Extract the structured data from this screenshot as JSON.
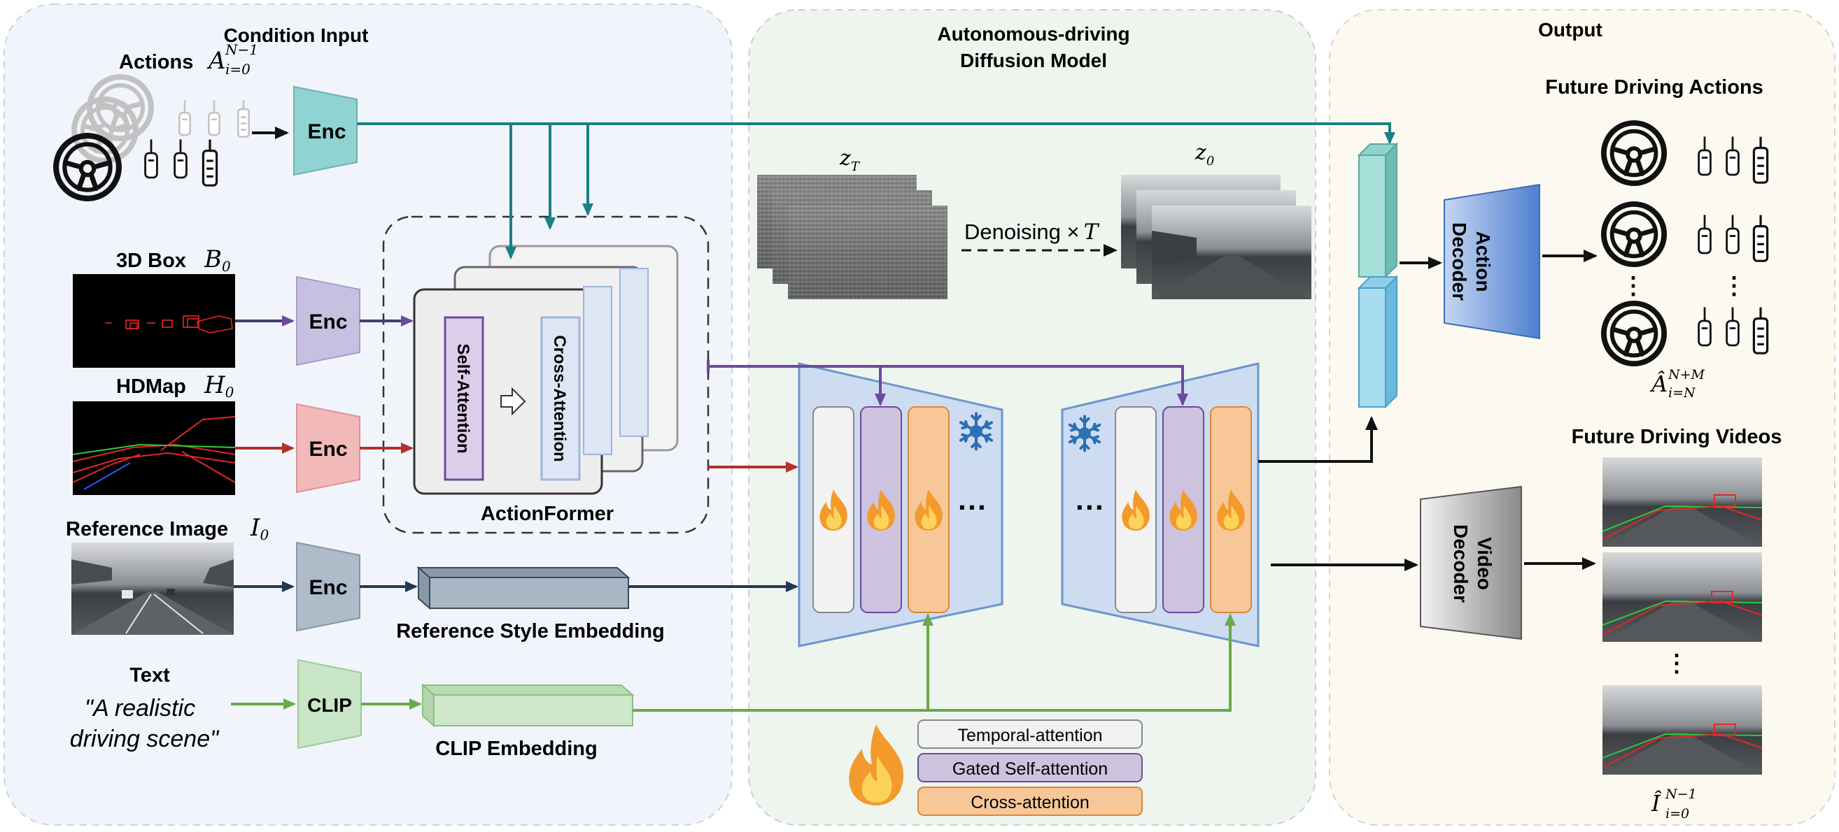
{
  "panels": {
    "condition_input": "Condition Input",
    "diffusion_title_line1": "Autonomous-driving",
    "diffusion_title_line2": "Diffusion Model",
    "output": "Output"
  },
  "inputs": {
    "actions_label": "Actions",
    "actions_math_base": "A",
    "actions_math_sup": "N−1",
    "actions_math_sub": "i=0",
    "box_label": "3D Box",
    "box_math": "B",
    "box_math_sub": "0",
    "hdmap_label": "HDMap",
    "hdmap_math": "H",
    "hdmap_math_sub": "0",
    "ref_label": "Reference Image",
    "ref_math": "I",
    "ref_math_sub": "0",
    "text_label": "Text",
    "text_quote_line1": "\"A realistic",
    "text_quote_line2": "driving scene\""
  },
  "encoders": {
    "enc": "Enc",
    "clip": "CLIP"
  },
  "actionformer": {
    "name": "ActionFormer",
    "self_attention": "Self-Attention",
    "cross_attention": "Cross-Attention"
  },
  "embeddings": {
    "reference_style": "Reference Style Embedding",
    "clip": "CLIP Embedding"
  },
  "diffusion": {
    "zt_base": "z",
    "zt_sub": "T",
    "z0_base": "z",
    "z0_sub": "0",
    "denoising_text": "Denoising ×",
    "denoising_var": "T",
    "ellipsis": "···"
  },
  "legend": {
    "temporal": "Temporal-attention",
    "gated": "Gated Self-attention",
    "cross": "Cross-attention"
  },
  "output": {
    "future_actions": "Future Driving Actions",
    "action_decoder_line1": "Action",
    "action_decoder_line2": "Decoder",
    "actions_out_base": "Â",
    "actions_out_sup": "N+M",
    "actions_out_sub": "i=N",
    "future_videos": "Future Driving Videos",
    "video_decoder_line1": "Video",
    "video_decoder_line2": "Decoder",
    "videos_out_base": "Î",
    "videos_out_sup": "N−1",
    "videos_out_sub": "i=0",
    "vdots": "⋮"
  },
  "colors": {
    "teal": "#1a7f86",
    "purple": "#6c4a9a",
    "red": "#b5302b",
    "navy": "#1f3a52",
    "green": "#6aaa4a",
    "panel_blue": "#f1f5fb",
    "panel_green": "#eef4ee",
    "panel_yellow": "#fcfaf0"
  }
}
